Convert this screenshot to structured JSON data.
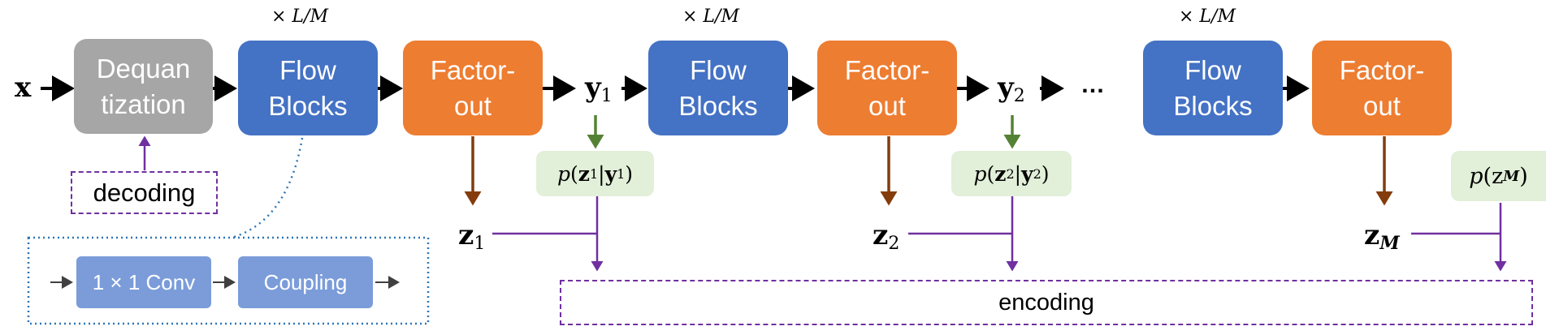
{
  "input": "x",
  "dequantization": [
    "Dequan",
    "tization"
  ],
  "flow_blocks": [
    "Flow",
    "Blocks"
  ],
  "factor_out": [
    "Factor-",
    "out"
  ],
  "repeat_label": "× L/M",
  "decoding": "decoding",
  "encoding": "encoding",
  "conv": "1 × 1 Conv",
  "coupling": "Coupling",
  "ellipsis": "…",
  "y1": {
    "base": "y",
    "sub": "1"
  },
  "y2": {
    "base": "y",
    "sub": "2"
  },
  "z1": {
    "base": "z",
    "sub": "1"
  },
  "z2": {
    "base": "z",
    "sub": "2"
  },
  "zM": {
    "base": "z",
    "sub": "M"
  },
  "p_z1_y1": {
    "p": "p",
    "z": "z",
    "zs": "1",
    "y": "y",
    "ys": "1"
  },
  "p_z2_y2": {
    "p": "p",
    "z": "z",
    "zs": "2",
    "y": "y",
    "ys": "2"
  },
  "p_zM": {
    "p": "p",
    "z": "z",
    "zs": "M"
  },
  "colors": {
    "gray": "#a6a6a6",
    "blue": "#4472c4",
    "orange": "#ed7d31",
    "light_blue": "#7b9cd9",
    "green_fill": "#e2efd9",
    "green_arrow": "#548235",
    "brown_arrow": "#843c0c",
    "purple": "#7030a0",
    "dotted_blue": "#2e75b6",
    "black": "#000000"
  }
}
